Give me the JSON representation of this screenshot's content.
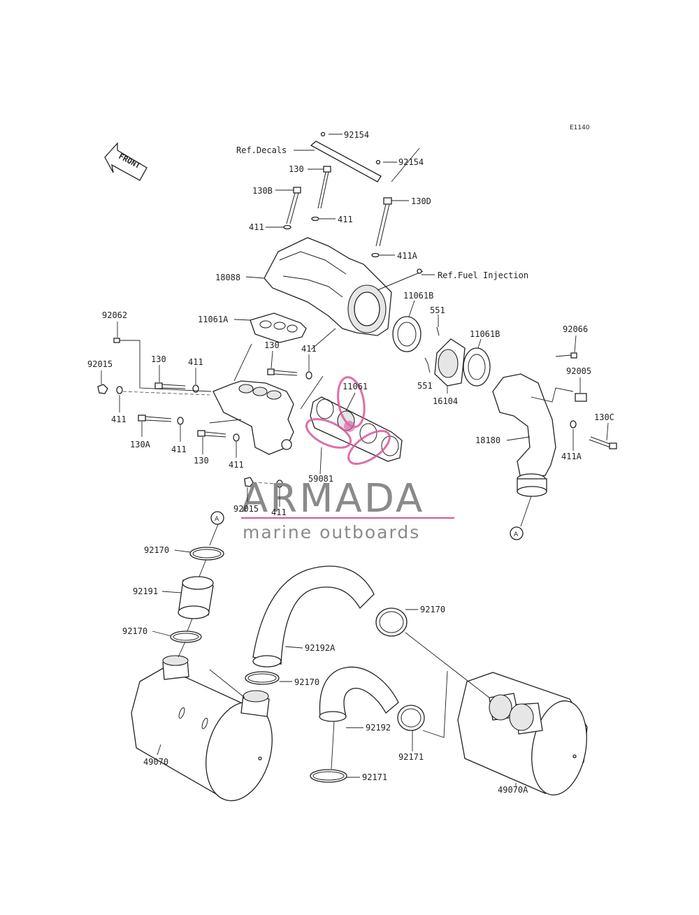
{
  "diagram": {
    "code": "E1140",
    "front_label": "FRONT",
    "labels": {
      "p92154a": "92154",
      "p92154b": "92154",
      "ref_decals": "Ref.Decals",
      "p130_top": "130",
      "p130B": "130B",
      "p130D": "130D",
      "p411_left": "411",
      "p411_mid": "411",
      "p411A_top": "411A",
      "ref_fuel": "Ref.Fuel Injection",
      "p18088": "18088",
      "p11061A": "11061A",
      "p11061B_a": "11061B",
      "p11061B_b": "11061B",
      "p551_a": "551",
      "p551_b": "551",
      "p16104": "16104",
      "p92062": "92062",
      "p92066": "92066",
      "p92005": "92005",
      "p92015_a": "92015",
      "p130_a": "130",
      "p411_a": "411",
      "p130_mid": "130",
      "p411_mid2": "411",
      "p11061": "11061",
      "p411_b": "411",
      "p130A": "130A",
      "p411_c": "411",
      "p130_low": "130",
      "p411_d": "411",
      "p59081": "59081",
      "p18180": "18180",
      "p130C": "130C",
      "p411A_low": "411A",
      "p92015_b": "92015",
      "p411_e": "411",
      "circleA_left": "A",
      "circleA_right": "A",
      "p92170_a": "92170",
      "p92191": "92191",
      "p92170_b": "92170",
      "p92170_c": "92170",
      "p92192A": "92192A",
      "p92170_d": "92170",
      "p92192": "92192",
      "p92171_a": "92171",
      "p49070": "49070",
      "p92171_b": "92171",
      "p49070A": "49070A"
    }
  },
  "watermark": {
    "brand": "ARMADA",
    "tagline": "marine outboards",
    "accent_color": "#d9579a",
    "text_color": "#8a8a8a"
  }
}
